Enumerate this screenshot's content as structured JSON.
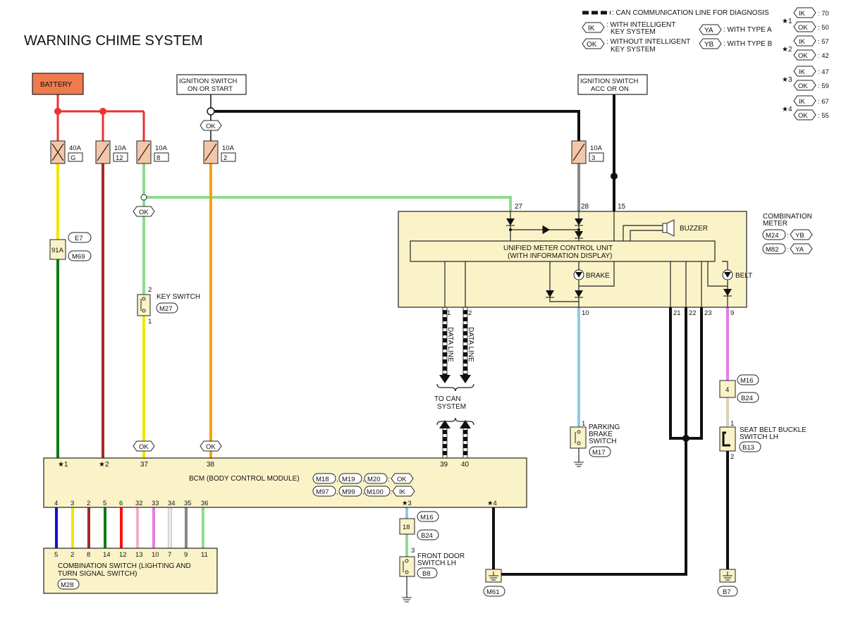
{
  "title": "WARNING CHIME SYSTEM",
  "legend": {
    "can_line": ": CAN COMMUNICATION LINE FOR DIAGNOSIS",
    "ik_tag": "IK",
    "ik_text1": ": WITH INTELLIGENT",
    "ik_text2": "KEY SYSTEM",
    "ok_tag": "OK",
    "ok_text1": ": WITHOUT INTELLIGENT",
    "ok_text2": "KEY SYSTEM",
    "ya_tag": "YA",
    "ya_text": ": WITH TYPE A",
    "yb_tag": "YB",
    "yb_text": ": WITH TYPE B",
    "pin_notes": [
      {
        "mark": "★1",
        "ik": ": 70",
        "ok": ": 50"
      },
      {
        "mark": "★2",
        "ik": ": 57",
        "ok": ": 42"
      },
      {
        "mark": "★3",
        "ik": ": 47",
        "ok": ": 59"
      },
      {
        "mark": "★4",
        "ik": ": 67",
        "ok": ": 55"
      }
    ]
  },
  "battery": "BATTERY",
  "ign_on_start": [
    "IGNITION SWITCH",
    "ON OR START"
  ],
  "ign_acc_on": [
    "IGNITION SWITCH",
    "ACC OR ON"
  ],
  "fuses": [
    {
      "amp": "40A",
      "id": "G"
    },
    {
      "amp": "10A",
      "id": "12"
    },
    {
      "amp": "10A",
      "id": "8"
    },
    {
      "amp": "10A",
      "id": "2"
    },
    {
      "amp": "10A",
      "id": "3"
    }
  ],
  "tags": {
    "ok": "OK",
    "ik": "IK"
  },
  "connector_91a": {
    "pin": "91A",
    "c1": "E7",
    "c2": "M69"
  },
  "key_switch": {
    "label": "KEY SWITCH",
    "conn": "M27",
    "p1": "1",
    "p2": "2"
  },
  "meter": {
    "title": [
      "COMBINATION",
      "METER"
    ],
    "conn1": "M24",
    "type1": "YB",
    "conn2": "M82",
    "type2": "YA",
    "unit": [
      "UNIFIED METER CONTROL UNIT",
      "(WITH INFORMATION DISPLAY)"
    ],
    "buzzer": "BUZZER",
    "brake": "BRAKE",
    "belt": "BELT",
    "pins_top": [
      "27",
      "28",
      "15"
    ],
    "pins_bottom": [
      "1",
      "2",
      "10",
      "21",
      "22",
      "23",
      "9"
    ]
  },
  "data_line": "DATA LINE",
  "to_can": [
    "TO CAN",
    "SYSTEM"
  ],
  "seat_belt": {
    "conn_pin": "4",
    "c1": "M16",
    "c2": "B24",
    "label": [
      "SEAT BELT BUCKLE",
      "SWITCH LH"
    ],
    "conn": "B13",
    "p1": "1",
    "p2": "2"
  },
  "parking": {
    "label": [
      "PARKING",
      "BRAKE",
      "SWITCH"
    ],
    "conn": "M17",
    "p1": "1"
  },
  "bcm": {
    "label": "BCM (BODY CONTROL MODULE)",
    "conns_row1": [
      "M18",
      "M19",
      "M20"
    ],
    "conns_row2": [
      "M97",
      "M99",
      "M100"
    ],
    "tag1": "OK",
    "tag2": "IK",
    "pins_top": [
      "★1",
      "★2",
      "37",
      "38",
      "39",
      "40"
    ],
    "pins_bottom": [
      "4",
      "3",
      "2",
      "5",
      "6",
      "32",
      "33",
      "34",
      "35",
      "36",
      "★3",
      "★4"
    ]
  },
  "front_door": {
    "conn_pin": "18",
    "c1": "M16",
    "c2": "B24",
    "label": [
      "FRONT DOOR",
      "SWITCH LH"
    ],
    "conn": "B8",
    "p3": "3"
  },
  "combo_switch": {
    "label": [
      "COMBINATION SWITCH (LIGHTING AND",
      "TURN SIGNAL SWITCH)"
    ],
    "conn": "M28",
    "pins": [
      "5",
      "2",
      "8",
      "14",
      "12",
      "13",
      "10",
      "7",
      "9",
      "11"
    ]
  },
  "grounds": {
    "m61": "M61",
    "b7": "B7"
  },
  "colors": {
    "battery_fill": "#ee7a4d",
    "yellow": "#f2e600",
    "red_brown": "#a52a2a",
    "green_light": "#8fdb8f",
    "orange": "#f5a20c",
    "green_dark": "#0e7c12",
    "gray": "#888888",
    "light_blue": "#8ecae6",
    "violet": "#e37de6",
    "blue": "#1010d8",
    "red": "#ff1010",
    "pink": "#f5b0c8",
    "white": "#e8e8e8",
    "beige": "#d8d2b0",
    "black": "#111111"
  }
}
